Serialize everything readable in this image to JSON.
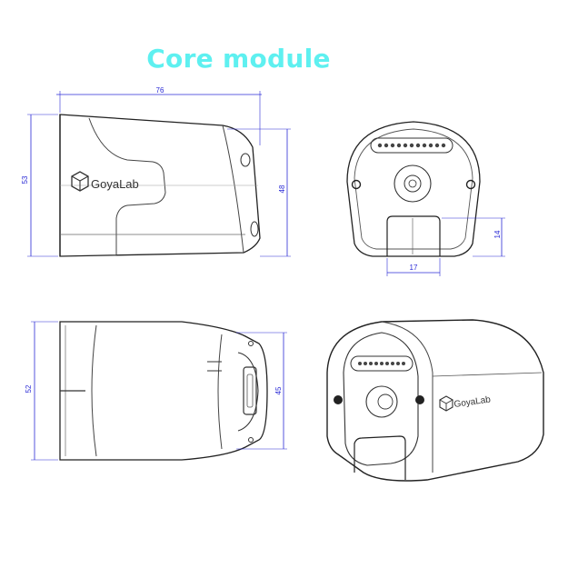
{
  "title": "Core module",
  "brand": "GoyaLab",
  "dimensions": {
    "side_length": "76",
    "side_height_overall": "53",
    "side_height_inner": "48",
    "front_slot_height": "14",
    "front_slot_width": "17",
    "top_height_overall": "52",
    "top_height_inner": "45"
  },
  "colors": {
    "title": "#5ef0f0",
    "dimension": "#2b2bd6",
    "line": "#222222"
  }
}
